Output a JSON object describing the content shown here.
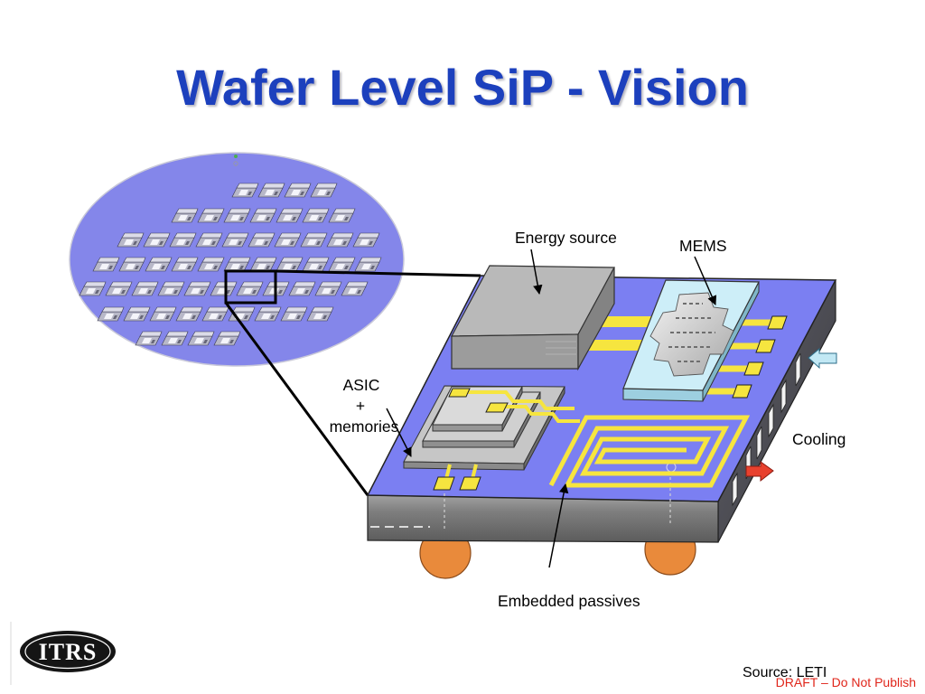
{
  "slide": {
    "title": "Wafer Level SiP - Vision",
    "source": "Source: LETI",
    "draft_notice": "DRAFT – Do Not Publish"
  },
  "diagram": {
    "labels": {
      "energy_source": "Energy source",
      "mems": "MEMS",
      "asic": [
        "ASIC",
        "+",
        "memories"
      ],
      "cooling": "Cooling",
      "embedded_passives": "Embedded passives"
    }
  },
  "logo": {
    "text": "ITRS"
  },
  "colors": {
    "title": "#1c3fbd",
    "wafer": "#8486ea",
    "substrate": "#7b7ff2",
    "trace": "#f6e53f",
    "solder_ball": "#e98a3b",
    "mems_body": "#cdeef8",
    "cooling_inflow": "#c2e8f4",
    "cooling_outflow": "#e8412e",
    "draft_text": "#e0261b"
  }
}
